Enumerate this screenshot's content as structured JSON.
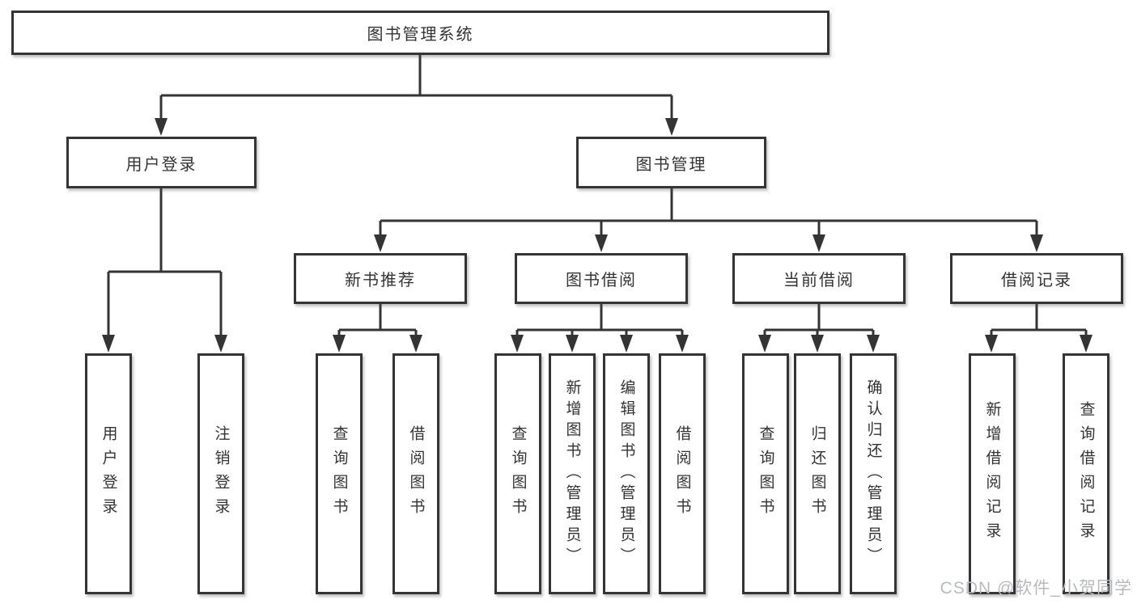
{
  "diagram_type": "hierarchy-tree",
  "colors": {
    "line": "#343434",
    "text": "#333333",
    "box_fill": "#ffffff",
    "background": "#ffffff",
    "watermark": "#b7babd"
  },
  "tree": {
    "root": {
      "label": "图书管理系统"
    },
    "branches": [
      {
        "label": "用户登录",
        "children": [
          {
            "label": "用户登录"
          },
          {
            "label": "注销登录"
          }
        ]
      },
      {
        "label": "图书管理",
        "children": [
          {
            "label": "新书推荐",
            "children": [
              {
                "label": "查询图书"
              },
              {
                "label": "借阅图书"
              }
            ]
          },
          {
            "label": "图书借阅",
            "children": [
              {
                "label": "查询图书"
              },
              {
                "label": "新增图书（管理员）"
              },
              {
                "label": "编辑图书（管理员）"
              },
              {
                "label": "借阅图书"
              }
            ]
          },
          {
            "label": "当前借阅",
            "children": [
              {
                "label": "查询图书"
              },
              {
                "label": "归还图书"
              },
              {
                "label": "确认归还（管理员）"
              }
            ]
          },
          {
            "label": "借阅记录",
            "children": [
              {
                "label": "新增借阅记录"
              },
              {
                "label": "查询借阅记录"
              }
            ]
          }
        ]
      }
    ]
  },
  "watermark": {
    "text": "CSDN @软件_小贺同学"
  }
}
